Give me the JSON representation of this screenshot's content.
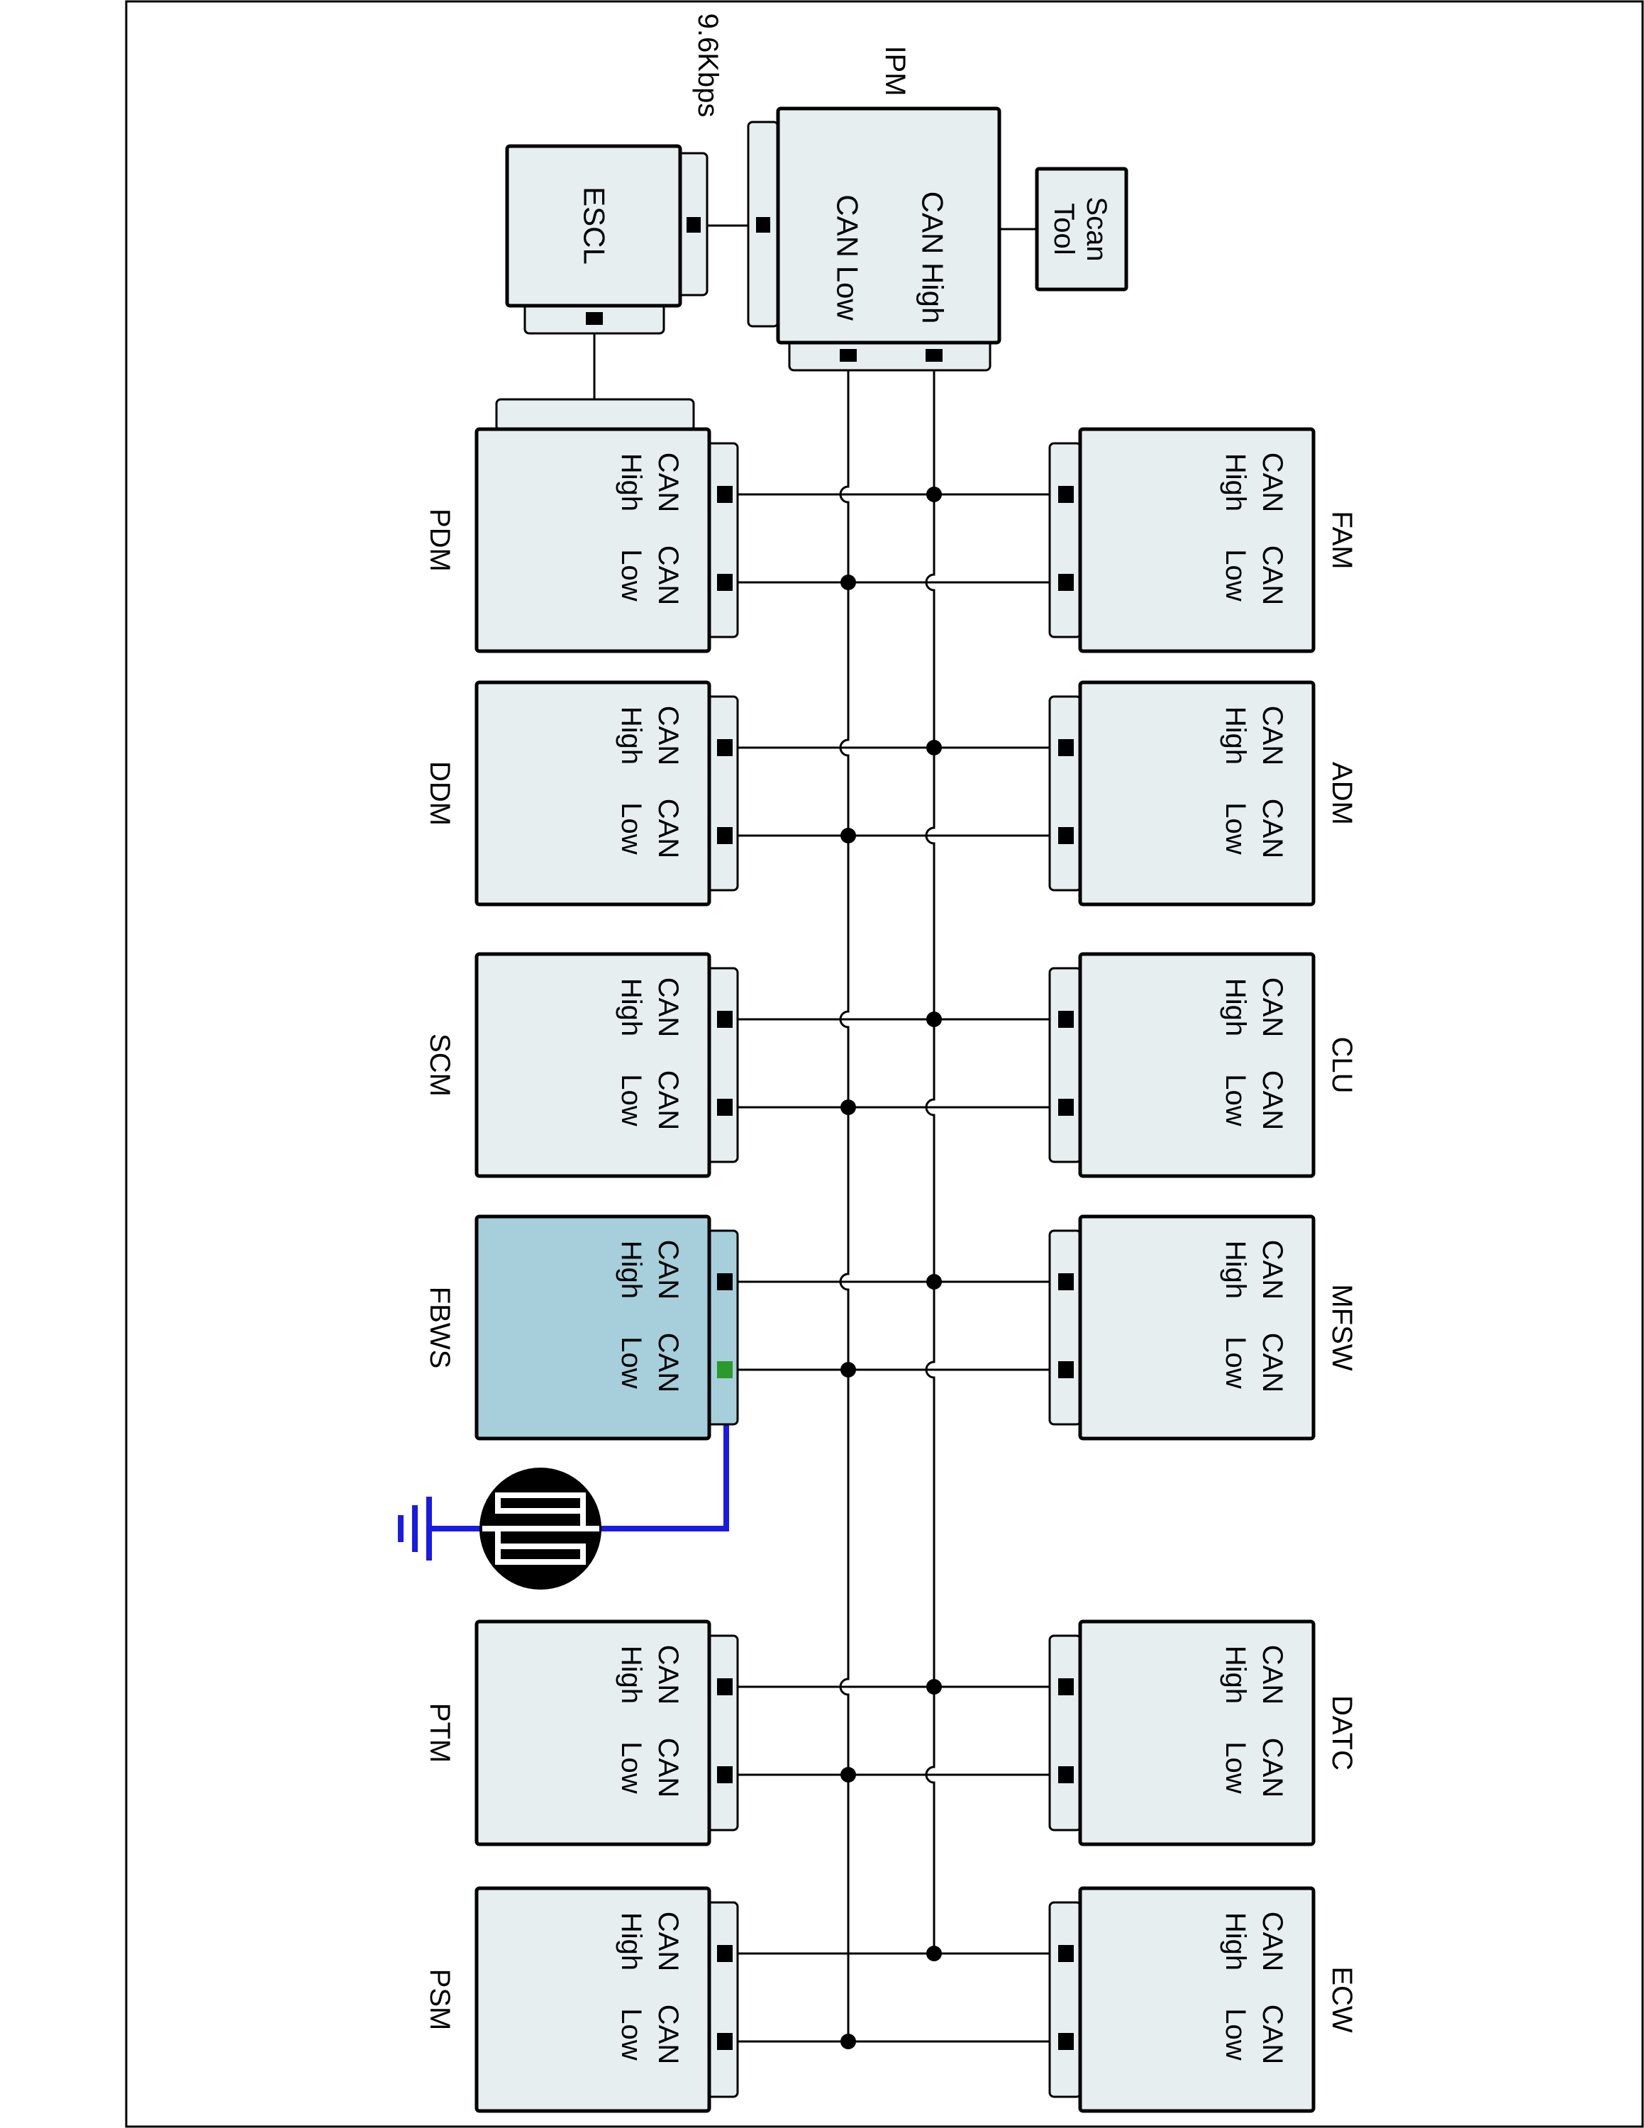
{
  "colors": {
    "module_fill": "#e7eef0",
    "highlight_fill": "#a6cfdb",
    "connector_fill": "#e7eef0",
    "wire": "#000000",
    "fault_wire": "#1a1ae6",
    "fault_text": "#1f8a1f"
  },
  "labels": {
    "baud_rate": "9.6Kbps",
    "ipm": "IPM",
    "ipm_can_high": "CAN High",
    "ipm_can_low": "CAN Low",
    "escl": "ESCL",
    "scan_tool_line1": "Scan",
    "scan_tool_line2": "Tool"
  },
  "pin_text": {
    "can": "CAN",
    "high": "High",
    "low": "Low"
  },
  "modules_left": [
    {
      "name": "PDM",
      "highlight": false,
      "fault_low": false
    },
    {
      "name": "DDM",
      "highlight": false,
      "fault_low": false
    },
    {
      "name": "SCM",
      "highlight": false,
      "fault_low": false
    },
    {
      "name": "FBWS",
      "highlight": true,
      "fault_low": true
    },
    {
      "name": "PTM",
      "highlight": false,
      "fault_low": false
    },
    {
      "name": "PSM",
      "highlight": false,
      "fault_low": false
    }
  ],
  "modules_right": [
    {
      "name": "FAM"
    },
    {
      "name": "ADM"
    },
    {
      "name": "CLU"
    },
    {
      "name": "MFSW"
    },
    {
      "name": "DATC"
    },
    {
      "name": "ECW"
    }
  ],
  "icons": {
    "resistor": "resistor-icon",
    "ground": "ground-icon"
  }
}
